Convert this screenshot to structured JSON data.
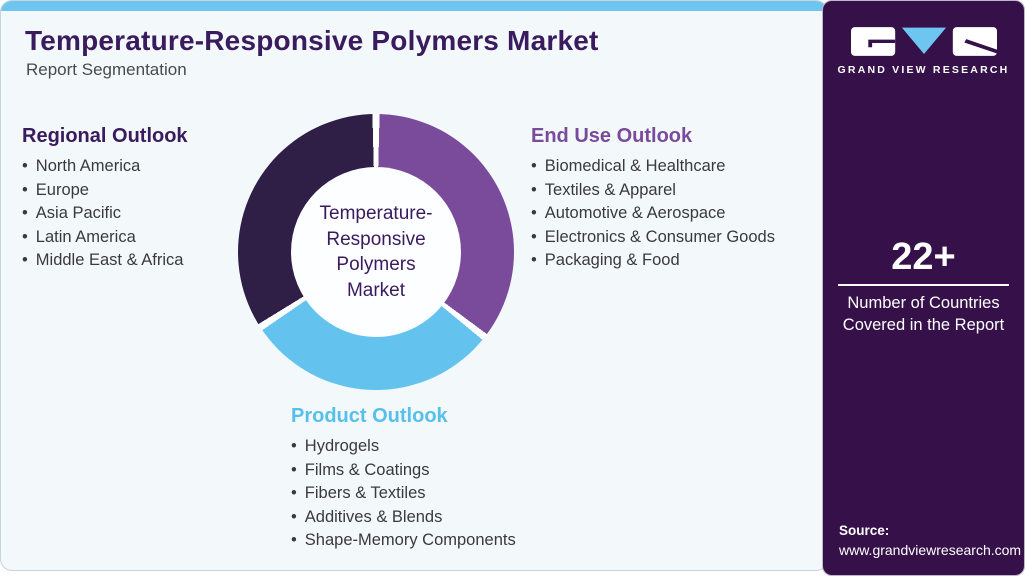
{
  "header": {
    "title": "Temperature-Responsive Polymers Market",
    "subtitle": "Report Segmentation"
  },
  "donut": {
    "center_lines": [
      "Temperature-",
      "Responsive",
      "Polymers",
      "Market"
    ],
    "gap_color": "#fcfeff",
    "segments": [
      {
        "label": "End Use Outlook",
        "color": "#7b4b9b",
        "from": 1.5,
        "to": 126.5
      },
      {
        "label": "Product Outlook",
        "color": "#63c3ee",
        "from": 129.5,
        "to": 235.5
      },
      {
        "label": "Regional Outlook",
        "color": "#2f1e46",
        "from": 238.5,
        "to": 358.5
      }
    ]
  },
  "sections": {
    "regional": {
      "title": "Regional Outlook",
      "color": "#3a1b5e",
      "items": [
        "North America",
        "Europe",
        "Asia Pacific",
        "Latin America",
        "Middle East & Africa"
      ]
    },
    "end_use": {
      "title": "End Use Outlook",
      "color": "#7b4b9b",
      "items": [
        "Biomedical & Healthcare",
        "Textiles & Apparel",
        "Automotive & Aerospace",
        "Electronics & Consumer Goods",
        "Packaging & Food"
      ]
    },
    "product": {
      "title": "Product Outlook",
      "color": "#56bfea",
      "items": [
        "Hydrogels",
        "Films & Coatings",
        "Fibers & Textiles",
        "Additives & Blends",
        "Shape-Memory Components"
      ]
    }
  },
  "sidebar": {
    "logo_text": "GRAND VIEW RESEARCH",
    "stat_value": "22+",
    "stat_label": "Number of Countries Covered in the Report",
    "source_label": "Source:",
    "source_url": "www.grandviewresearch.com"
  },
  "colors": {
    "card_background": "#f3f8fb",
    "top_bar": "#6ec6f0",
    "title_text": "#3a1b5e",
    "body_text": "#3a3a3c",
    "sidebar_background": "#361049",
    "donut_dark_purple": "#2f1e46",
    "donut_purple": "#7b4b9b",
    "donut_blue": "#63c3ee"
  }
}
